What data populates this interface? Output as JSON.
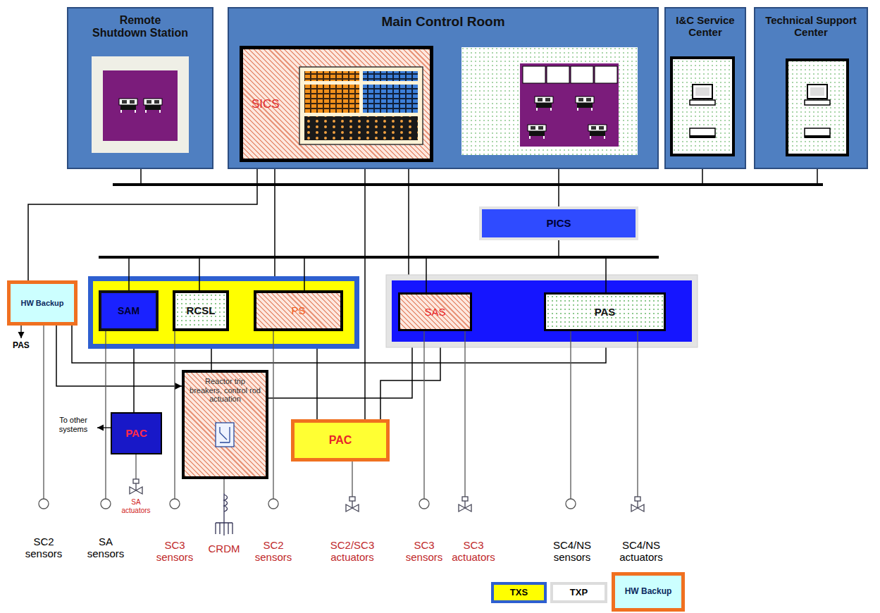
{
  "diagram": {
    "nodes": [
      {
        "text": [
          "Remote Shutdown Station"
        ]
      },
      {
        "text": [
          "Main Control Room"
        ]
      },
      {
        "text": [
          "SICS"
        ],
        "in": 1
      },
      {
        "text": [
          "I&C Service Center"
        ]
      },
      {
        "text": [
          "Technical Support Center"
        ]
      },
      {
        "text": [
          "PICS"
        ]
      },
      {
        "text": [
          "HW Backup"
        ]
      },
      {
        "text": [
          "SAM"
        ]
      },
      {
        "text": [
          "RCSL"
        ]
      },
      {
        "text": [
          "PS"
        ]
      },
      {
        "text": [
          "SAS"
        ]
      },
      {
        "text": [
          "PAS"
        ]
      },
      {
        "text": [
          "Reactor trip breakers, control rod actuation"
        ]
      },
      {
        "text": [
          "PAC"
        ]
      },
      {
        "text": [
          "PAC"
        ]
      }
    ],
    "edges": [
      {
        "from": 9,
        "to": 8,
        "arrow": "to"
      },
      {
        "from": 10,
        "to": 11,
        "arrow": "to"
      },
      {
        "from": 6,
        "to": 12,
        "arrow": "to"
      },
      {
        "from": 2,
        "to": 6,
        "arrow": "none"
      },
      {
        "from": 2,
        "to": 9,
        "arrow": "none"
      },
      {
        "from": 2,
        "to": 14,
        "arrow": "none"
      },
      {
        "from": 2,
        "to": 10,
        "arrow": "none"
      },
      {
        "from": 9,
        "to": 14,
        "arrow": "none"
      },
      {
        "from": 10,
        "to": 14,
        "arrow": "none"
      },
      {
        "from": 10,
        "to": 12,
        "arrow": "none"
      },
      {
        "from": 8,
        "to": 12,
        "arrow": "none"
      },
      {
        "from": 7,
        "to": 13,
        "arrow": "none"
      },
      {
        "from": 5,
        "to": 1,
        "arrow": "none"
      },
      {
        "from": 6,
        "to": 11,
        "arrow": "none"
      }
    ],
    "labels": [
      "PAS",
      "To other systems",
      "SA actuators",
      "SC2 sensors",
      "SA sensors",
      "SC3 sensors",
      "CRDM",
      "SC2 sensors",
      "SC2/SC3 actuators",
      "SC3 sensors",
      "SC3 actuators",
      "SC4/NS sensors",
      "SC4/NS actuators"
    ],
    "legend": [
      {
        "text": "TXS",
        "color": "#ffff00"
      },
      {
        "text": "TXP",
        "color": "#ffffff"
      },
      {
        "text": "HW Backup",
        "color": "#ccffff"
      }
    ]
  }
}
